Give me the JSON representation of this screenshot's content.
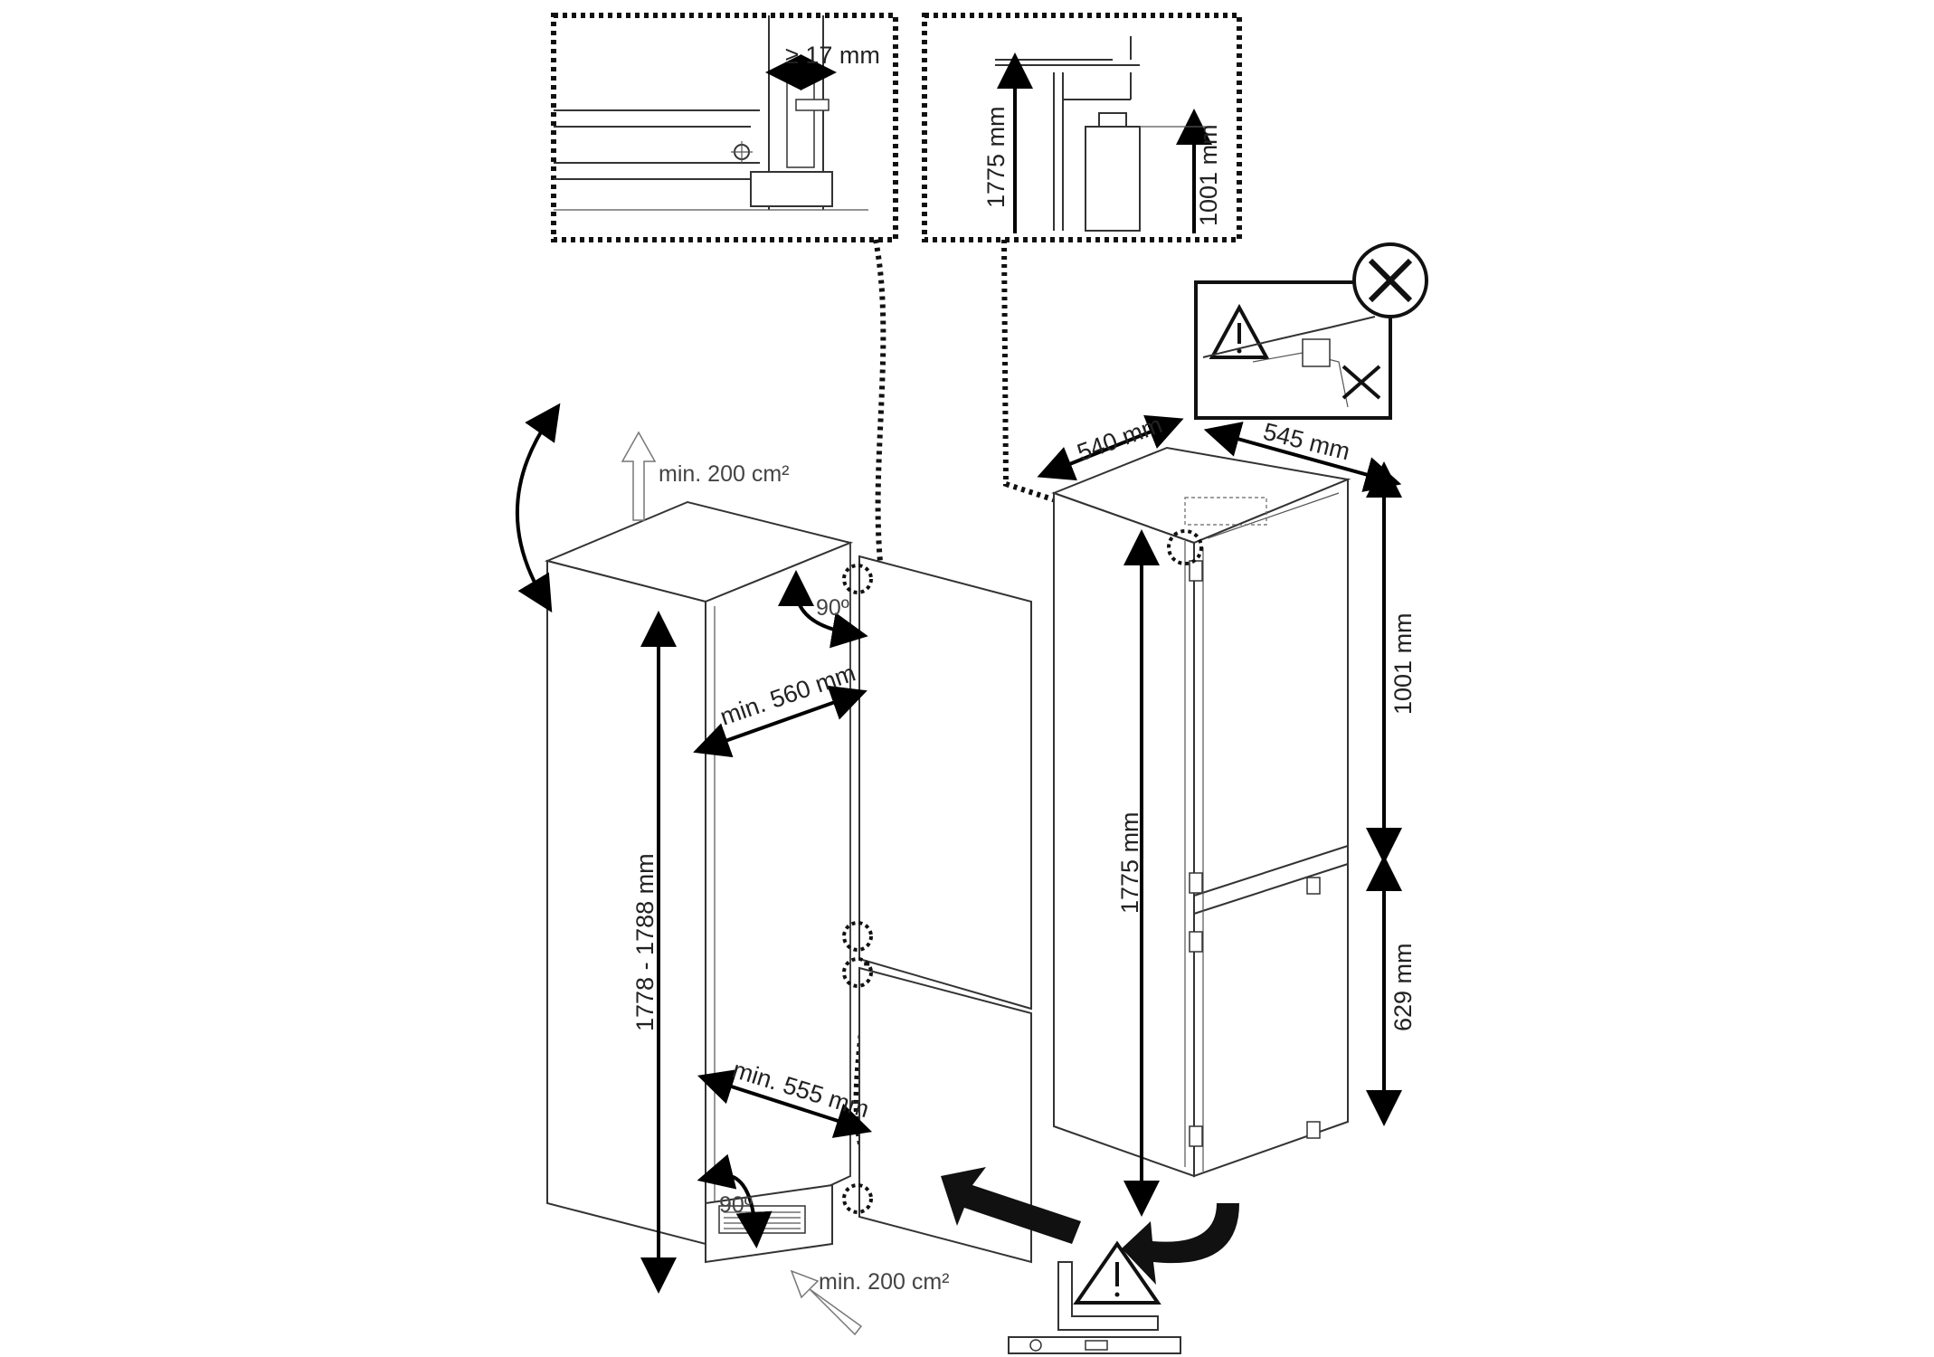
{
  "labels": {
    "detail_gap": "≥ 17 mm",
    "detail_height_total": "1775 mm",
    "detail_height_upper": "1001 mm",
    "vent_top": "min. 200 cm²",
    "vent_bottom": "min. 200 cm²",
    "angle_top": "90º",
    "angle_bottom": "90º",
    "niche_width_top": "min. 560 mm",
    "niche_width_bottom": "min. 555 mm",
    "niche_height": "1778 - 1788 mm",
    "appliance_width": "540 mm",
    "appliance_depth": "545 mm",
    "appliance_height": "1775 mm",
    "fridge_height": "1001 mm",
    "freezer_height": "629 mm"
  },
  "icons": [
    "warning-triangle-icon",
    "prohibited-cross-icon",
    "spirit-level-icon",
    "move-arrow-icon",
    "rotate-arrow-icon"
  ]
}
